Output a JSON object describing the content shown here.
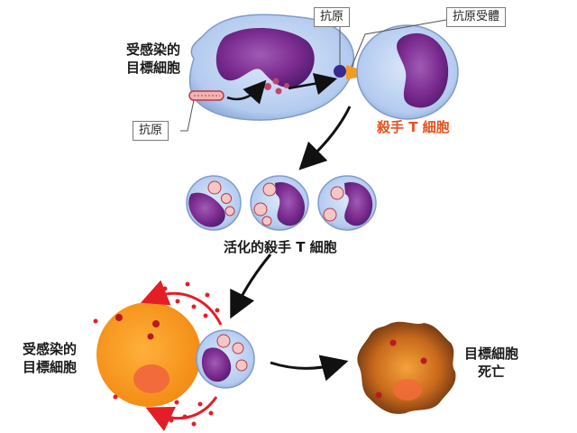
{
  "labels": {
    "infected_target_top_line1": "受感染的",
    "infected_target_top_line2": "目標細胞",
    "antigen_top": "抗原",
    "antigen_receptor": "抗原受體",
    "antigen_left": "抗原",
    "killer_t": "殺手 T 細胞",
    "activated_killer_t": "活化的殺手 T 細胞",
    "infected_target_bottom_line1": "受感染的",
    "infected_target_bottom_line2": "目標細胞",
    "target_death_line1": "目標細胞",
    "target_death_line2": "死亡"
  },
  "colors": {
    "cell_body": "#bcd2f2",
    "nucleus": "#7a2a8e",
    "killer_label": "#e8501b",
    "infected_orange": "#f7931e",
    "arrow_red": "#e41e26",
    "arrow_black": "#111111"
  }
}
